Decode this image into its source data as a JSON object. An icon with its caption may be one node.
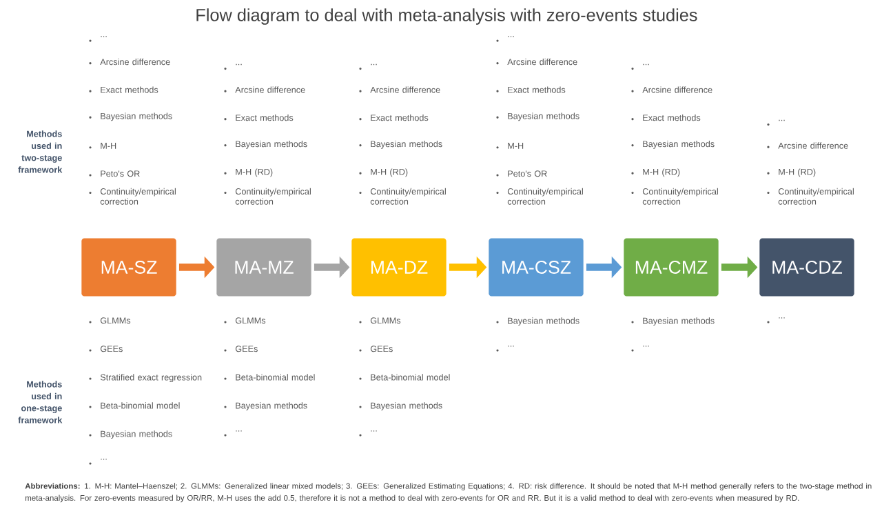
{
  "diagram": {
    "title": "Flow diagram to deal with meta-analysis with zero-events studies",
    "nodes": [
      {
        "text": [
          "MA-SZ"
        ],
        "beside": [
          "...",
          "Arcsine difference",
          "Exact methods",
          "Bayesian methods",
          "M-H",
          "Peto's OR",
          "Continuity/empirical correction",
          "GLMMs",
          "GEEs",
          "Stratified exact regression",
          "Beta-binomial model",
          "Bayesian methods",
          "..."
        ]
      },
      {
        "text": [
          "MA-MZ"
        ],
        "beside": [
          "...",
          "Arcsine difference",
          "Exact methods",
          "Bayesian methods",
          "M-H (RD)",
          "Continuity/empirical correction",
          "GLMMs",
          "GEEs",
          "Beta-binomial model",
          "Bayesian methods",
          "..."
        ]
      },
      {
        "text": [
          "MA-DZ"
        ],
        "beside": [
          "...",
          "Arcsine difference",
          "Exact methods",
          "Bayesian methods",
          "M-H (RD)",
          "Continuity/empirical correction",
          "GLMMs",
          "GEEs",
          "Beta-binomial model",
          "Bayesian methods",
          "..."
        ]
      },
      {
        "text": [
          "MA-CSZ"
        ],
        "beside": [
          "...",
          "Arcsine difference",
          "Exact methods",
          "Bayesian methods",
          "M-H",
          "Peto's OR",
          "Continuity/empirical correction",
          "Bayesian methods",
          "..."
        ]
      },
      {
        "text": [
          "MA-CMZ"
        ],
        "beside": [
          "...",
          "Arcsine difference",
          "Exact methods",
          "Bayesian methods",
          "M-H (RD)",
          "Continuity/empirical correction",
          "Bayesian methods",
          "..."
        ]
      },
      {
        "text": [
          "MA-CDZ"
        ],
        "beside": [
          "...",
          "Arcsine difference",
          "M-H (RD)",
          "Continuity/empirical correction",
          "..."
        ]
      }
    ],
    "edges": [
      {
        "from": 0,
        "to": 1,
        "arrow": "to",
        "color": "#ed7d31"
      },
      {
        "from": 1,
        "to": 2,
        "arrow": "to",
        "color": "#a5a5a5"
      },
      {
        "from": 2,
        "to": 3,
        "arrow": "to",
        "color": "#ffc000"
      },
      {
        "from": 3,
        "to": 4,
        "arrow": "to",
        "color": "#5b9bd5"
      },
      {
        "from": 4,
        "to": 5,
        "arrow": "to",
        "color": "#70ad47"
      }
    ],
    "labels": [
      "Methods used in two-stage framework",
      "Methods used in one-stage framework"
    ],
    "caption": "**Abbreviations:** 1. M-H: Mantel–Haenszel; 2. GLMMs: Generalized linear mixed models; 3. GEEs: Generalized Estimating Equations; 4. RD: risk difference. It should be noted that M-H method generally refers to the two-stage method in meta-analysis. For zero-events measured by OR/RR, M-H uses the add 0.5, therefore it is not a method to deal with zero-events for OR and RR. But it is a valid method to deal with zero-events when measured by RD."
  }
}
